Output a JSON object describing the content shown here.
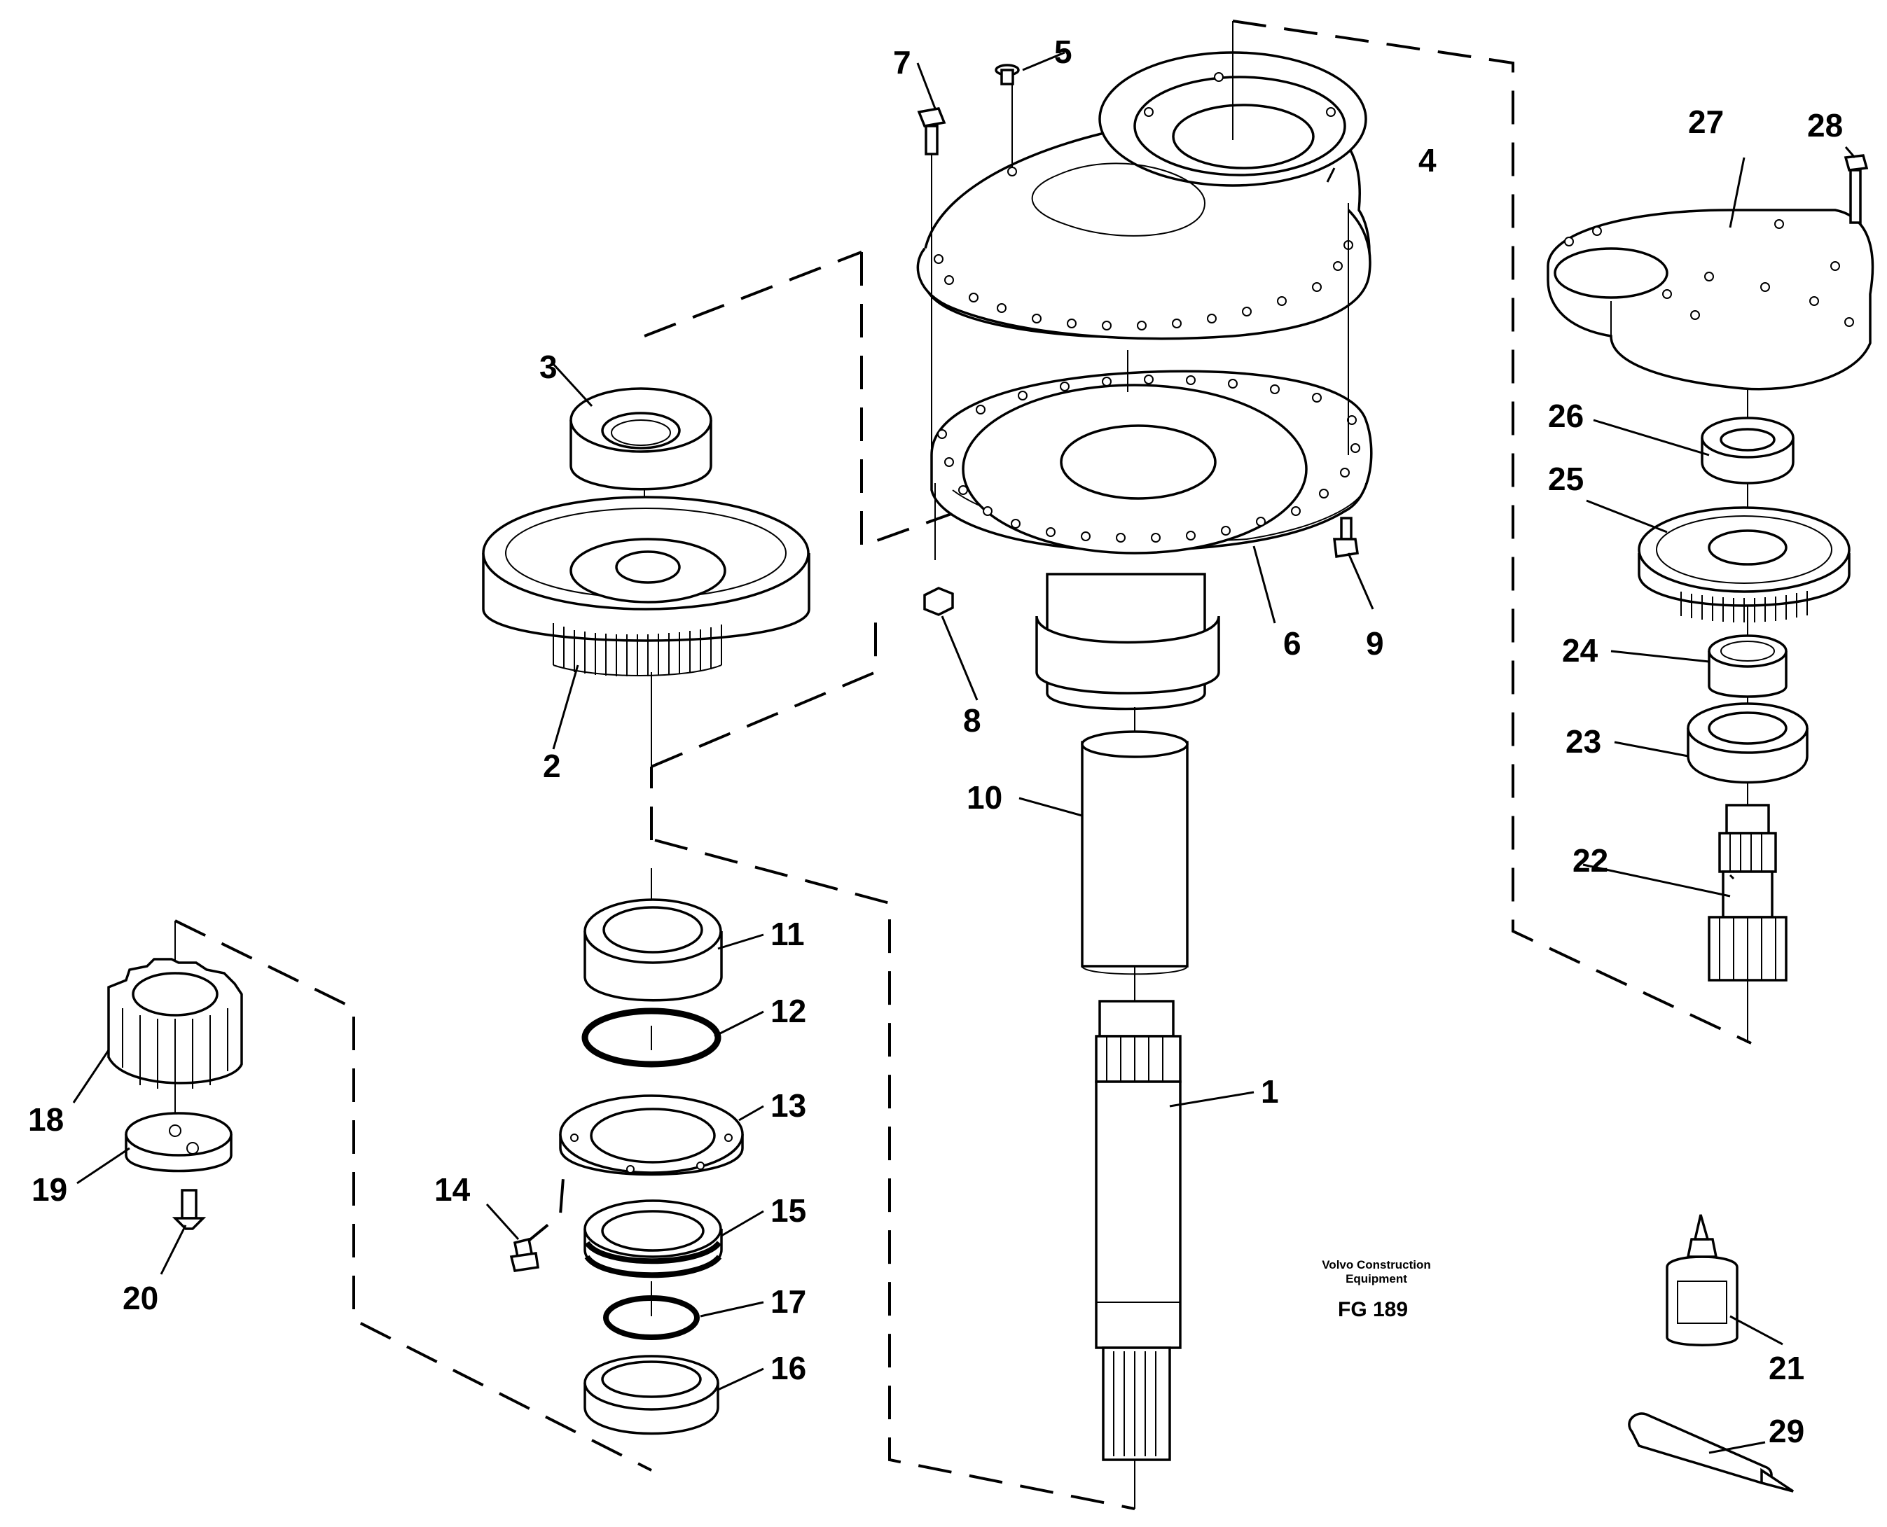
{
  "footer": {
    "brand_line1": "Volvo Construction",
    "brand_line2": "Equipment",
    "figure_code": "FG 189"
  },
  "callouts": {
    "c1": "1",
    "c2": "2",
    "c3": "3",
    "c4": "4",
    "c5": "5",
    "c6": "6",
    "c7": "7",
    "c8": "8",
    "c9": "9",
    "c10": "10",
    "c11": "11",
    "c12": "12",
    "c13": "13",
    "c14": "14",
    "c15": "15",
    "c16": "16",
    "c17": "17",
    "c18": "18",
    "c19": "19",
    "c20": "20",
    "c21": "21",
    "c22": "22",
    "c23": "23",
    "c24": "24",
    "c25": "25",
    "c26": "26",
    "c27": "27",
    "c28": "28",
    "c29": "29"
  }
}
